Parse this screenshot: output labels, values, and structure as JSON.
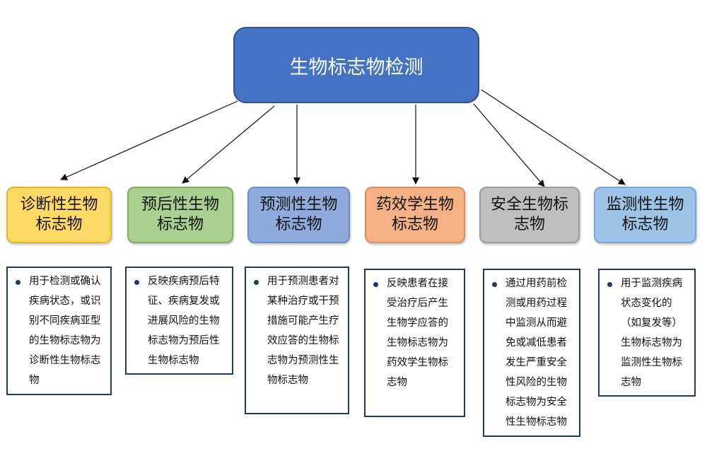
{
  "title": "生物标志物检测",
  "categories": [
    {
      "id": "diagnostic",
      "label": "诊断性生物标志物",
      "color": "#ffd966",
      "border": "#e4b634",
      "desc": "用于检测或确认疾病状态，或识别不同疾病亚型的生物标志物为诊断性生物标志物"
    },
    {
      "id": "prognostic",
      "label": "预后性生物标志物",
      "color": "#a9d08e",
      "border": "#7fae63",
      "desc": "反映疾病预后特征、疾病复发或进展风险的生物标志物为预后性生物标志物"
    },
    {
      "id": "predictive",
      "label": "预测性生物标志物",
      "color": "#8faadc",
      "border": "#6e8cc4",
      "desc": "用于预测患者对某种治疗或干预措施可能产生疗效应答的生物标志物为预测性生物标志物"
    },
    {
      "id": "pharmacodynamic",
      "label": "药效学生物标志物",
      "color": "#f4b183",
      "border": "#d9925f",
      "desc": "反映患者在接受治疗后产生生物学应答的生物标志物为药效学生物标志物"
    },
    {
      "id": "safety",
      "label": "安全生物标志物",
      "color": "#bfbfbf",
      "border": "#9a9a9a",
      "desc": "通过用药前检测或用药过程中监测从而避免或减低患者发生严重安全性风险的生物标志物为安全性生物标志物"
    },
    {
      "id": "monitoring",
      "label": "监测性生物标志物",
      "color": "#9dc3e6",
      "border": "#74a5d3",
      "desc": "用于监测疾病状态变化的（如复发等）生物标志物为监测性生物标志物"
    }
  ]
}
